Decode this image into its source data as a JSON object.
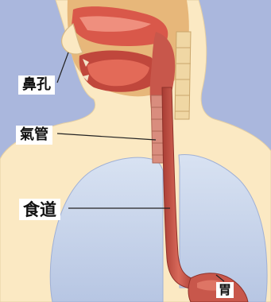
{
  "labels": {
    "nostril": "鼻孔",
    "trachea": "氣管",
    "esophagus": "食道",
    "stomach": "胃"
  },
  "colors": {
    "background": "#aab7dd",
    "skin": "#fbe9c3",
    "lung": "#c5d2ea",
    "esophagus": "#c8574b",
    "mouth_tissue": "#d9584a",
    "leader_line": "#222222"
  }
}
